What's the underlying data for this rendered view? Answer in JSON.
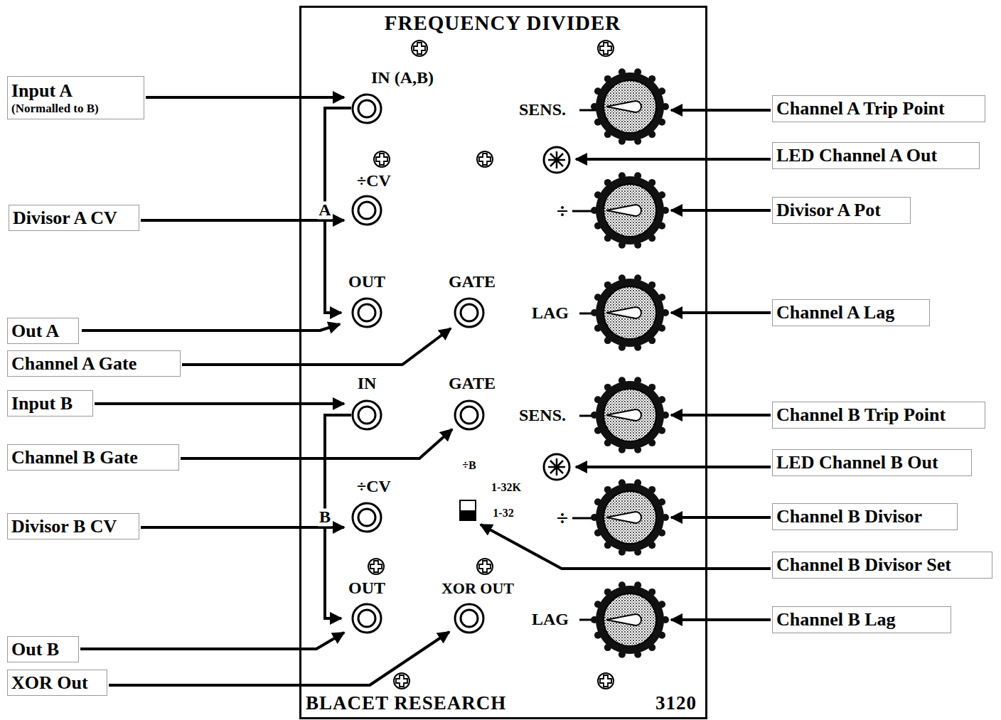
{
  "diagram": {
    "title": "FREQUENCY DIVIDER",
    "nodes": [
      {
        "text": [
          "BLACET RESEARCH",
          "3120"
        ]
      },
      {
        "text": [
          "Input A",
          "(Normalled to B)"
        ]
      },
      {
        "text": [
          "Divisor A CV"
        ]
      },
      {
        "text": [
          "Out A"
        ]
      },
      {
        "text": [
          "Channel A Gate"
        ]
      },
      {
        "text": [
          "Input B"
        ]
      },
      {
        "text": [
          "Channel B Gate"
        ]
      },
      {
        "text": [
          "Divisor B CV"
        ]
      },
      {
        "text": [
          "Out B"
        ]
      },
      {
        "text": [
          "XOR Out"
        ]
      },
      {
        "text": [
          "Channel A Trip Point"
        ]
      },
      {
        "text": [
          "LED Channel A Out"
        ]
      },
      {
        "text": [
          "Divisor A Pot"
        ]
      },
      {
        "text": [
          "Channel A Lag"
        ]
      },
      {
        "text": [
          "Channel B Trip Point"
        ]
      },
      {
        "text": [
          "LED Channel B Out"
        ]
      },
      {
        "text": [
          "Channel B Divisor"
        ]
      },
      {
        "text": [
          "Channel B Divisor Set"
        ]
      },
      {
        "text": [
          "Channel B Lag"
        ]
      }
    ],
    "labels": [
      "IN (A,B)",
      "÷CV",
      "A",
      "OUT",
      "GATE",
      "SENS.",
      "÷",
      "LAG",
      "IN",
      "GATE",
      "SENS.",
      "÷B",
      "1-32K",
      "1-32",
      "÷CV",
      "B",
      "÷",
      "OUT",
      "XOR OUT",
      "LAG"
    ]
  }
}
